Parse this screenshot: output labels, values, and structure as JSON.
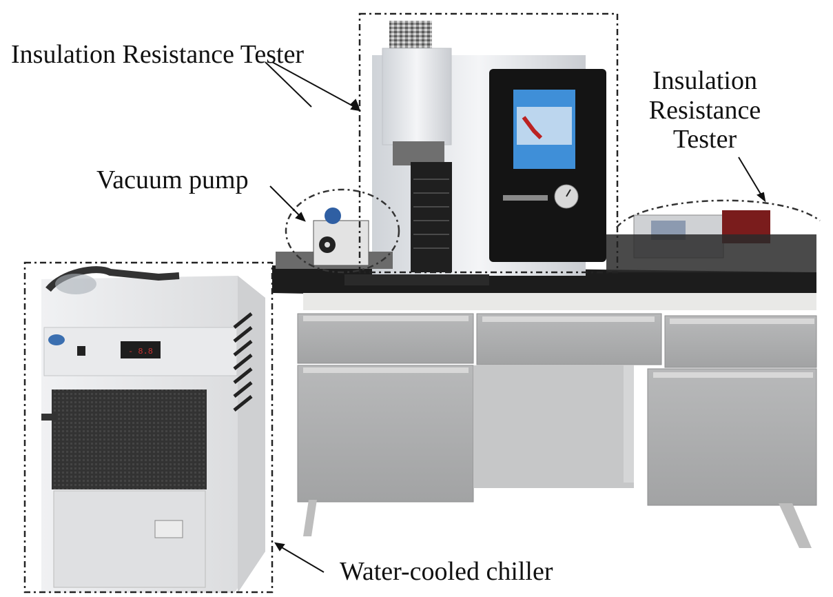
{
  "figure": {
    "labels": {
      "tester_main": "Insulation Resistance Tester",
      "tester_right_line1": "Insulation",
      "tester_right_line2": "Resistance",
      "tester_right_line3": "Tester",
      "vacuum_pump": "Vacuum pump",
      "chiller": "Water-cooled chiller"
    },
    "colors": {
      "bench_top": "#1c1c1c",
      "cabinet": "#a9aaab",
      "cabinet_light": "#bdbebf",
      "chiller_body": "#e6e7e9",
      "chiller_grille": "#3a3a3a",
      "instrument_body": "#eef0f3",
      "panel_black": "#141414",
      "screen_blue": "#3f8fd8",
      "meter_red": "#7a1c1c"
    }
  }
}
